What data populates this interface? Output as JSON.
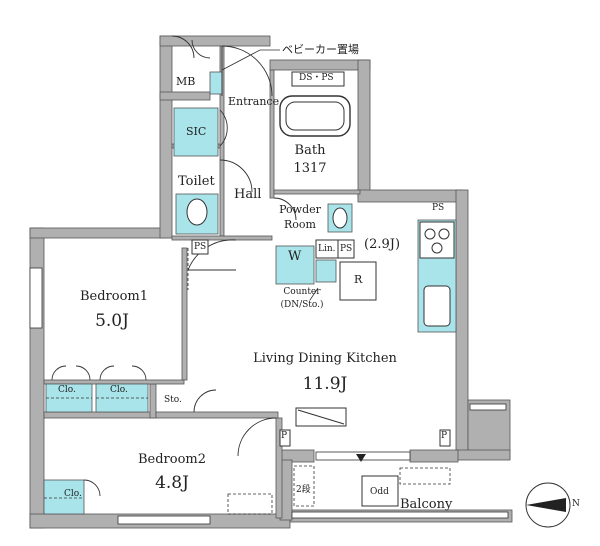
{
  "labels": {
    "stroller_storage": "ベビーカー置場",
    "mb": "MB",
    "ds_ps": "DS・PS",
    "entrance": "Entrance",
    "sic": "SIC",
    "bath": "Bath",
    "bath_size": "1317",
    "toilet": "Toilet",
    "hall": "Hall",
    "powder_room_1": "Powder",
    "powder_room_2": "Room",
    "ps_top_right": "PS",
    "ps_hall": "PS",
    "ps_lin": "PS",
    "lin": "Lin.",
    "washer": "W",
    "kitchen_area": "(2.9J)",
    "refrigerator": "R",
    "counter_1": "Counter",
    "counter_2": "(DN/Sto.)",
    "bedroom1": "Bedroom1",
    "bedroom1_size": "5.0J",
    "ldk": "Living Dining Kitchen",
    "ldk_size": "11.9J",
    "clo_1": "Clo.",
    "clo_2": "Clo.",
    "sto": "Sto.",
    "bedroom2": "Bedroom2",
    "bedroom2_size": "4.8J",
    "clo_3": "Clo.",
    "p_left": "P",
    "p_right": "P",
    "nidan": "2段",
    "odd": "Odd",
    "balcony": "Balcony",
    "north": "N"
  },
  "colors": {
    "wall": "#b0b0b0",
    "wall_stroke": "#555555",
    "fixture": "#a8e4ea",
    "line": "#333333"
  }
}
